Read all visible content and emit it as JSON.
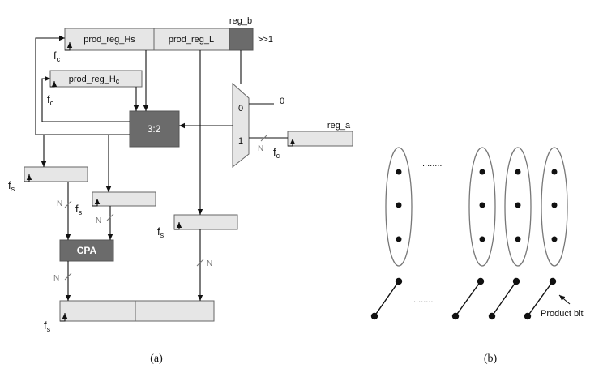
{
  "panel_a": {
    "caption": "(a)",
    "registers": {
      "prod_reg_hs": "prod_reg_Hs",
      "prod_reg_l": "prod_reg_L",
      "reg_b": "reg_b",
      "prod_reg_hc_base": "prod_reg_H",
      "prod_reg_hc_sub": "c",
      "reg_a": "reg_a"
    },
    "shift_label": ">>1",
    "mux": {
      "input0": "0",
      "input1": "1",
      "const_zero": "0"
    },
    "adder_label": "3:2",
    "cpa_label": "CPA",
    "bus_width": "N",
    "clock_f": "f",
    "clock_c_sub": "c",
    "clock_s_sub": "s"
  },
  "panel_b": {
    "caption": "(b)",
    "ellipsis": "........",
    "annotation": "Product bit"
  }
}
